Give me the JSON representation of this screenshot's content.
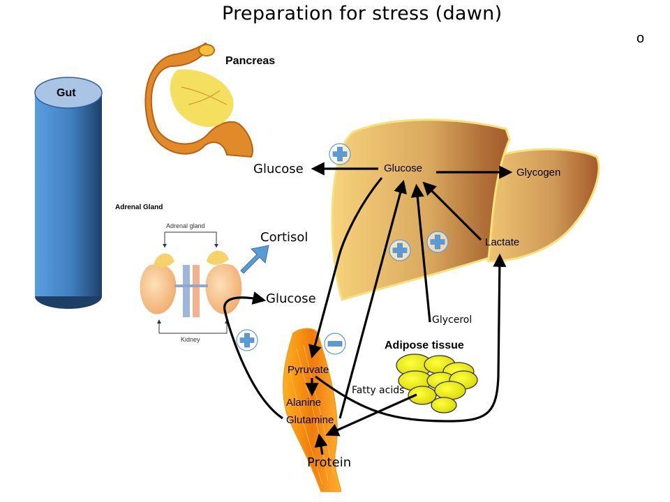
{
  "title": "Preparation for stress (dawn)",
  "bullet": "o",
  "organs": {
    "gut": "Gut",
    "pancreas": "Pancreas",
    "adrenal_header": "Adrenal Gland",
    "adrenal_gland_label": "Adrenal gland",
    "kidney_label": "Kidney",
    "adipose": "Adipose tissue"
  },
  "metabolites": {
    "glucose_liver": "Glucose",
    "glucose_out": "Glucose",
    "glucose_kidney": "Glucose",
    "glycogen": "Glycogen",
    "lactate": "Lactate",
    "cortisol": "Cortisol",
    "glycerol": "Glycerol",
    "fatty_acids": "Fatty acids",
    "pyruvate": "Pyruvate",
    "alanine": "Alanine",
    "glutamine": "Glutamine",
    "protein": "Protein"
  },
  "regulation_signs": [
    {
      "id": "pancreas-glucose",
      "sign": "plus"
    },
    {
      "id": "liver-left",
      "sign": "plus"
    },
    {
      "id": "liver-right",
      "sign": "plus"
    },
    {
      "id": "kidney",
      "sign": "plus"
    },
    {
      "id": "muscle",
      "sign": "minus"
    }
  ],
  "colors": {
    "gut": "#4a86c5",
    "sign": "#5b9bd5",
    "liver": "#e9b96a",
    "adipose": "#e6e600",
    "muscle": "#f08a10"
  }
}
